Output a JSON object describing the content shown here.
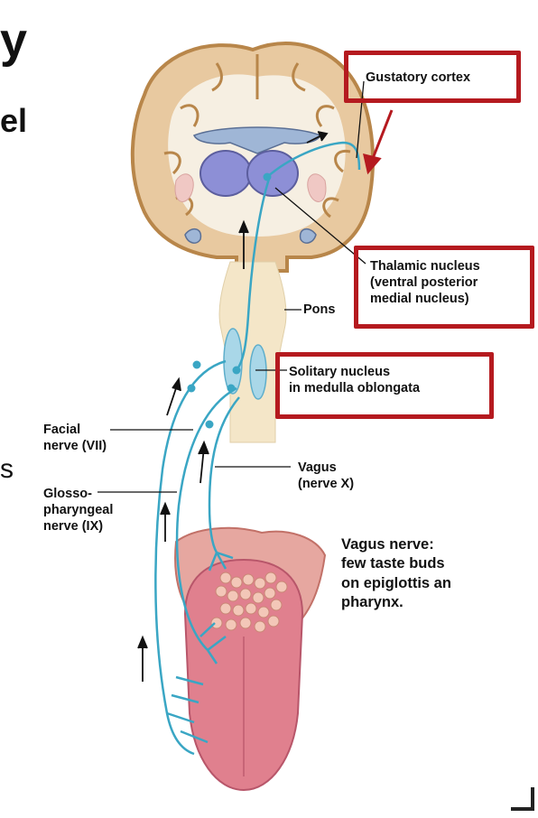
{
  "slide_fragments": {
    "title_tail": "y",
    "subtitle_tail": "el",
    "side_tail": "s"
  },
  "labels": {
    "gustatory_cortex": "Gustatory cortex",
    "thalamic_nucleus": "Thalamic nucleus\n(ventral posterior\nmedial nucleus)",
    "pons": "Pons",
    "solitary_nucleus": "Solitary nucleus\nin medulla oblongata",
    "facial_nerve": "Facial\nnerve (VII)",
    "glossopharyngeal_nerve": "Glosso-\npharyngeal\nnerve (IX)",
    "vagus": "Vagus\n(nerve X)",
    "vagus_note": "Vagus nerve:\nfew taste buds\non epiglottis an\npharynx."
  },
  "colors": {
    "highlight_box": "#b51a1f",
    "nerve": "#3aa6c4",
    "brain_tissue": "#e8c9a0",
    "brain_outline": "#b8864a",
    "thalamus": "#8d8fd6",
    "tongue": "#e0808e",
    "brainstem": "#f4e6c8"
  }
}
